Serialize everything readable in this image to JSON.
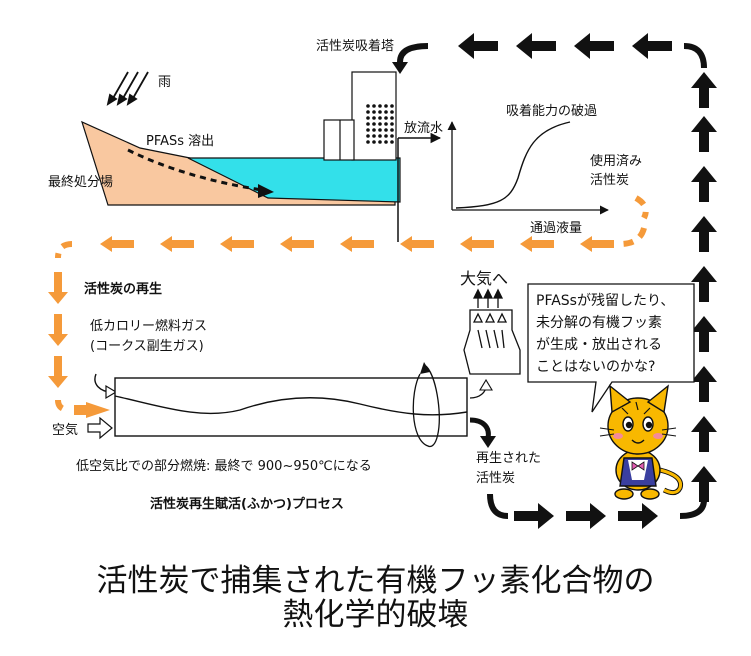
{
  "labels": {
    "rain": "雨",
    "tower": "活性炭吸着塔",
    "discharge": "放流水",
    "breakthrough": "吸着能力の破過",
    "pfas_leach": "PFASs 溶出",
    "landfill": "最終処分場",
    "used_carbon_1": "使用済み",
    "used_carbon_2": "活性炭",
    "flow_volume": "通過液量",
    "regeneration": "活性炭の再生",
    "gas_1": "低カロリー燃料ガス",
    "gas_2": "(コークス副生ガス)",
    "to_atmosphere": "大気へ",
    "air": "空気",
    "combustion": "低空気比での部分燃焼: 最終で  900~950℃になる",
    "regenerated_1": "再生された",
    "regenerated_2": "活性炭",
    "process": "活性炭再生賦活(ふかつ)プロセス"
  },
  "speech": {
    "lines": [
      "PFASsが残留したり、",
      "未分解の有機フッ素",
      "が生成・放出される",
      "ことはないのかな?"
    ]
  },
  "title": {
    "line1": "活性炭で捕集された有機フッ素化合物の",
    "line2": "熱化学的破壊"
  },
  "colors": {
    "water": "#33e0ea",
    "soil": "#f9c8a0",
    "orange_arrow": "#f59a3a",
    "black_arrow": "#111111",
    "cat": "#f8b800",
    "cat_vest": "#3a3fa0"
  }
}
